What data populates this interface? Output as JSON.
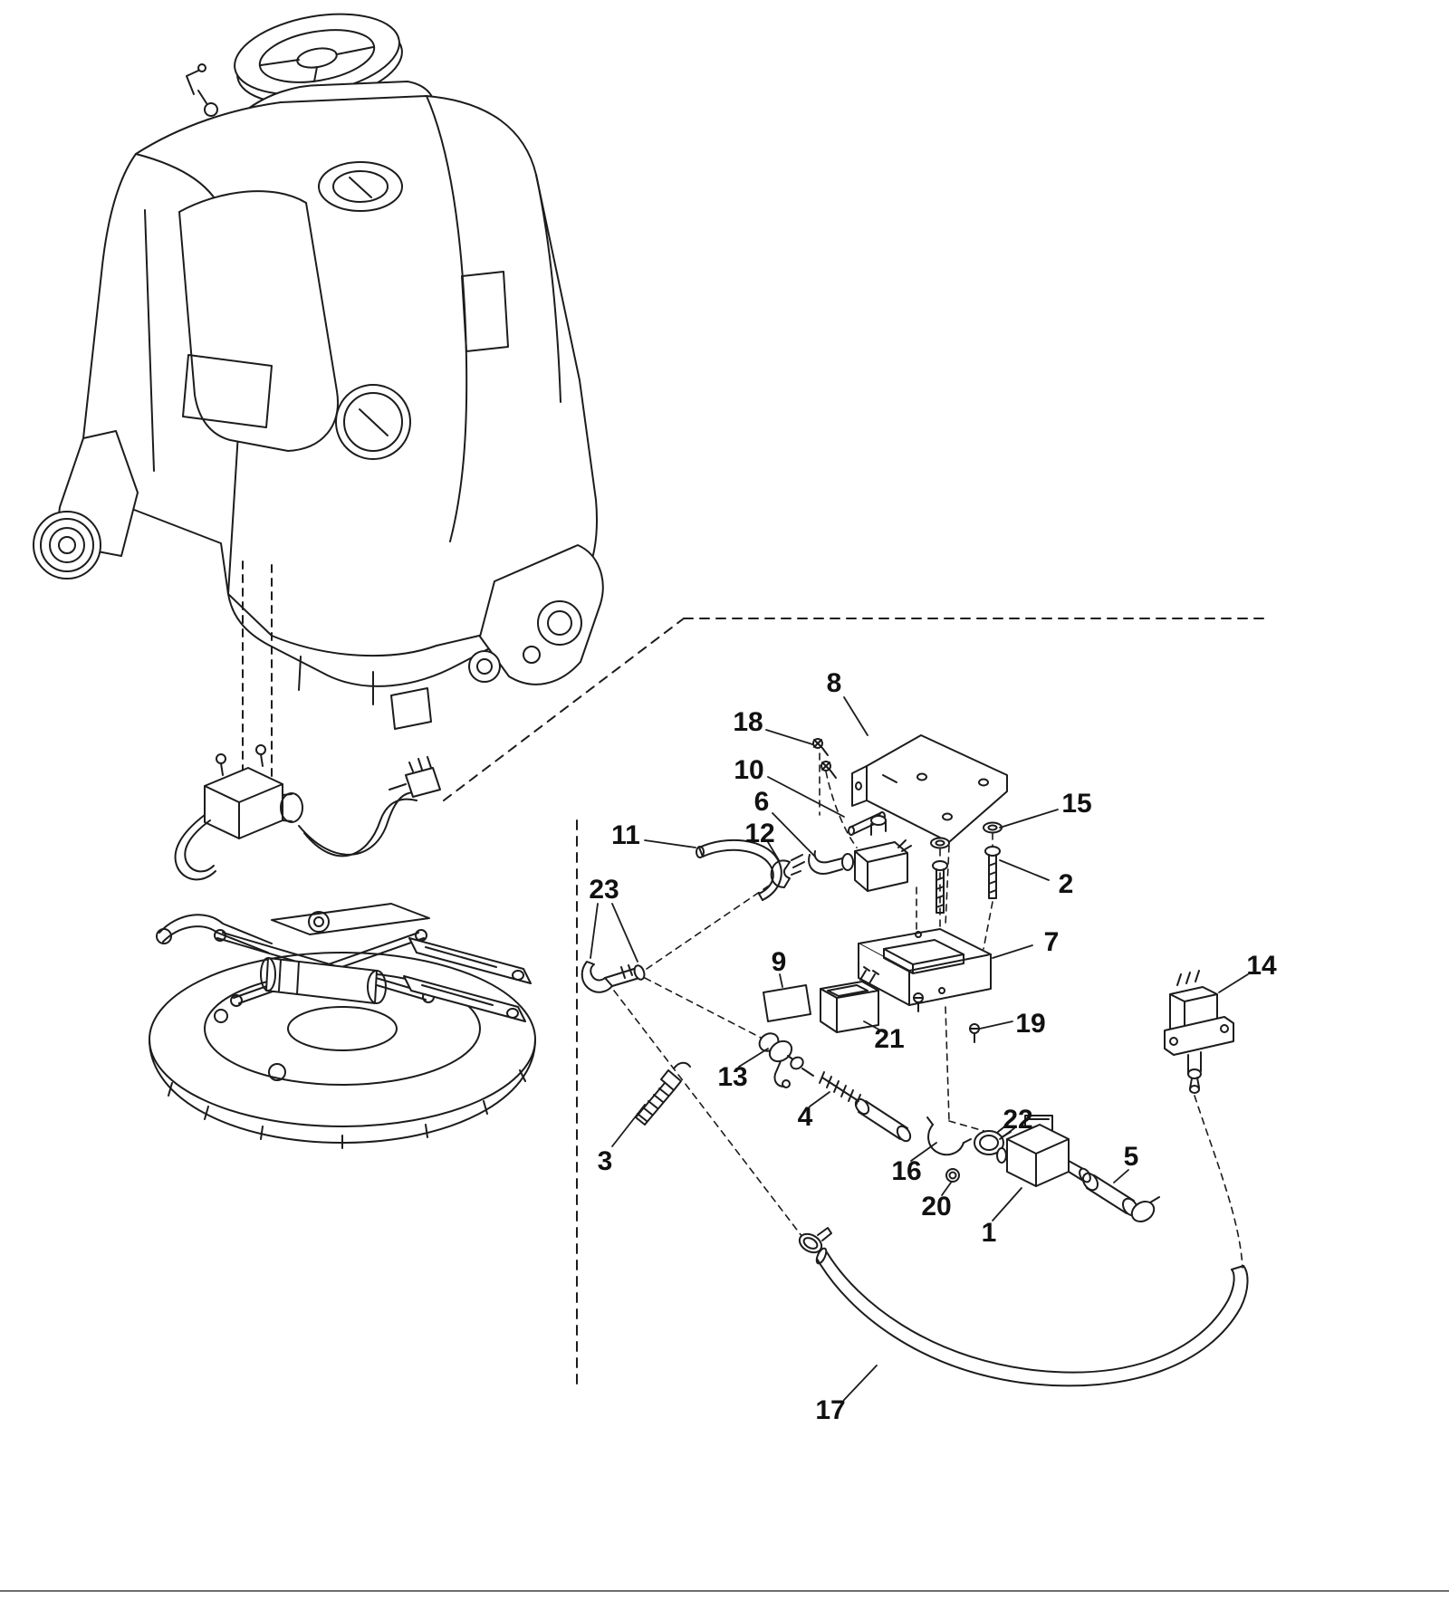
{
  "figure": {
    "kind": "exploded-parts-diagram",
    "background": "#ffffff",
    "line_color": "#1c1c1c",
    "part_count": "23"
  },
  "callouts": [
    {
      "label": "1"
    },
    {
      "label": "2"
    },
    {
      "label": "3"
    },
    {
      "label": "4"
    },
    {
      "label": "5"
    },
    {
      "label": "6"
    },
    {
      "label": "7"
    },
    {
      "label": "8"
    },
    {
      "label": "9"
    },
    {
      "label": "10"
    },
    {
      "label": "11"
    },
    {
      "label": "12"
    },
    {
      "label": "13"
    },
    {
      "label": "14"
    },
    {
      "label": "15"
    },
    {
      "label": "16"
    },
    {
      "label": "17"
    },
    {
      "label": "18"
    },
    {
      "label": "19"
    },
    {
      "label": "20"
    },
    {
      "label": "21"
    },
    {
      "label": "22"
    },
    {
      "label": "23"
    }
  ]
}
